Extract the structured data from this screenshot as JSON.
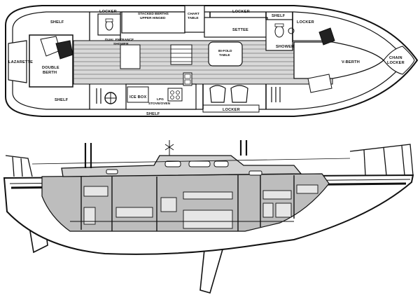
{
  "plan_labels": {
    "shelf_port_aft": "SHELF",
    "locker_aft": "LOCKER",
    "stacked_berths_1": "STACKED BERTHS",
    "stacked_berths_2": "UPPER HINGED",
    "chart_table_1": "CHART",
    "chart_table_2": "TABLE",
    "locker_mid": "LOCKER",
    "shelf_fwd": "SHELF",
    "locker_fwd": "LOCKER",
    "lazarette": "LAZARETTE",
    "double_berth_1": "DOUBLE",
    "double_berth_2": "BERTH",
    "dual_entrance_1": "DUAL ENTRANCE",
    "dual_entrance_2": "SHOWER",
    "settee": "SETTEE",
    "bifold_1": "BI-FOLD",
    "bifold_2": "TABLE",
    "shower": "SHOWER",
    "v_berth": "V-BERTH",
    "chain_locker_1": "CHAIN",
    "chain_locker_2": "LOCKER",
    "shelf_stbd_aft": "SHELF",
    "ice_box": "ICE BOX",
    "lpg_1": "LPG",
    "lpg_2": "STOVE/OVEN",
    "locker_stbd": "LOCKER",
    "shelf_stbd_mid": "SHELF"
  },
  "colors": {
    "ink": "#111111",
    "interior_fill": "#bdbdbd",
    "hull_fill": "#ffffff"
  },
  "icons": [
    "steering-wheel-icon",
    "wc-toilet-icon",
    "sink-icon",
    "stove-icon",
    "chair-icon",
    "companionway-stairs-icon"
  ]
}
